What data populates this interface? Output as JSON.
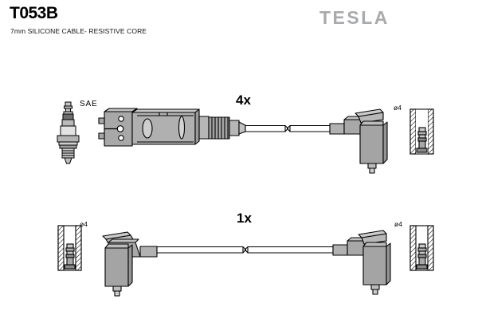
{
  "document": {
    "part_number": "T053B",
    "description": "7mm SILICONE CABLE- RESISTIVE CORE",
    "brand": "TESLA",
    "background_color": "#ffffff",
    "line_color": "#000000",
    "metal_fill": "#a8a8a8",
    "metal_fill_light": "#c0c0c0",
    "metal_fill_dark": "#909090",
    "logo_color": "#a9aaac"
  },
  "assemblies": [
    {
      "id": "top-assembly",
      "quantity_label": "4x",
      "spark_plug_label": "SAE",
      "left_end": "distributor-cap-connector",
      "right_end": "right-angle-spark-plug-boot",
      "terminal_label": "ø4"
    },
    {
      "id": "bottom-assembly",
      "quantity_label": "1x",
      "left_end": "right-angle-spark-plug-boot",
      "right_end": "right-angle-spark-plug-boot",
      "left_terminal_label": "ø4",
      "right_terminal_label": "ø4"
    }
  ],
  "labels": {
    "qty_top": "4x",
    "qty_bottom": "1x",
    "sae": "SAE",
    "dia_top_right": "ø4",
    "dia_bottom_left": "ø4",
    "dia_bottom_right": "ø4"
  }
}
